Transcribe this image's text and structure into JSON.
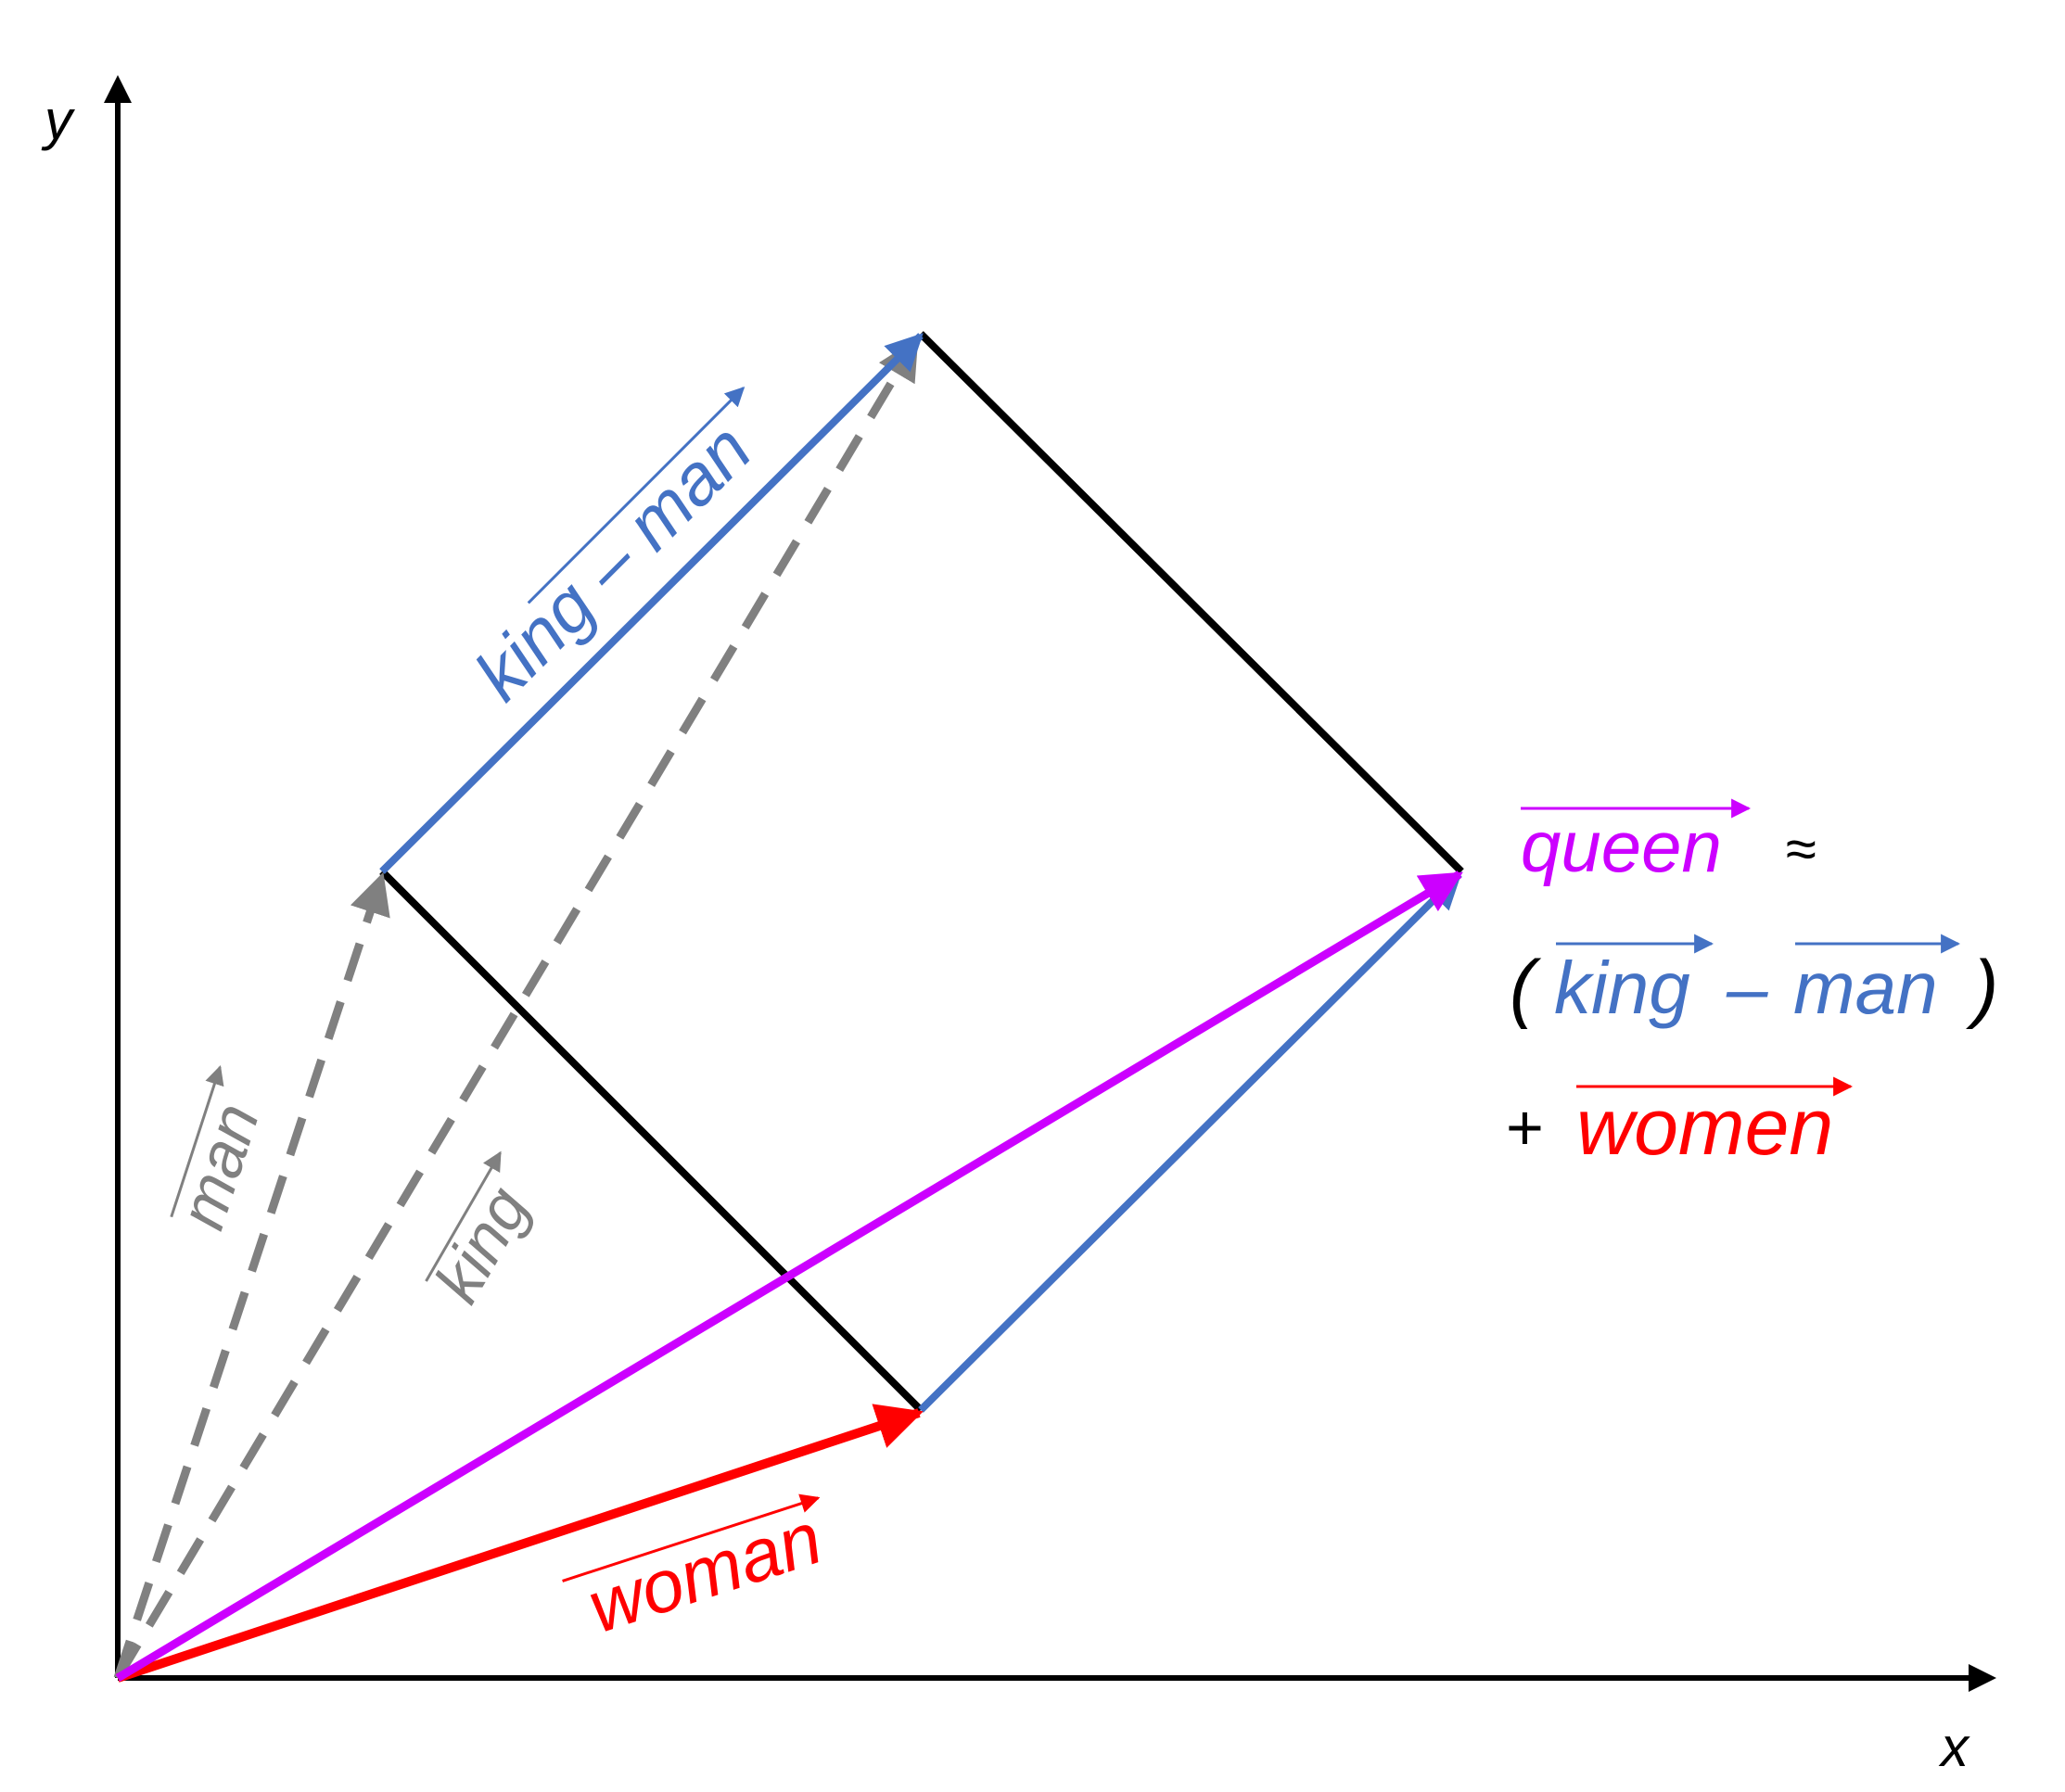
{
  "axes": {
    "x_label": "x",
    "y_label": "y"
  },
  "vectors": {
    "man": {
      "label": "man"
    },
    "king": {
      "label": "king"
    },
    "woman": {
      "label": "woman"
    },
    "king_minus_man": {
      "label": "king – man"
    }
  },
  "equation": {
    "queen": "queen",
    "approx": "≈",
    "open_paren": "(",
    "king": "king",
    "minus": "–",
    "man": "man",
    "close_paren": ")",
    "plus": "+",
    "women": "women"
  },
  "colors": {
    "blue": "#4472C4",
    "red": "#FF0000",
    "purple": "#CC00FF",
    "gray": "#808080",
    "black": "#000000"
  }
}
